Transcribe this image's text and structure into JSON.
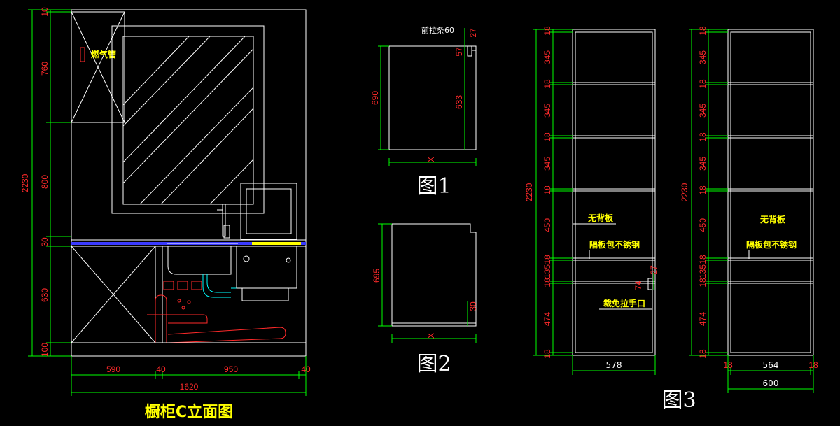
{
  "colors": {
    "background": "#000000",
    "outline": "#ffffff",
    "dimension_line": "#00ff00",
    "dimension_text": "#ff2a2a",
    "label": "#ffff00",
    "countertop_accent": "#3a3aff"
  },
  "elevation": {
    "title": "橱柜C立面图",
    "gas_pipe_label": "燃气管",
    "left_dims": {
      "total": "2230",
      "segments": [
        "10",
        "760",
        "800",
        "30",
        "630",
        "100"
      ]
    },
    "bottom_dims": {
      "segments": [
        "590",
        "40",
        "950",
        "40"
      ],
      "total": "1620"
    }
  },
  "fig1": {
    "caption": "图1",
    "front_strip_label": "前拉条60",
    "dims": {
      "height": "690",
      "top_right": "27",
      "strip": "57",
      "inner": "633",
      "width": "X"
    }
  },
  "fig2": {
    "caption": "图2",
    "dims": {
      "height": "695",
      "bottom_right": "30",
      "width": "X"
    }
  },
  "fig3": {
    "caption": "图3",
    "left_cabinet": {
      "total": "2230",
      "segments": [
        "18",
        "345",
        "18",
        "345",
        "18",
        "345",
        "18",
        "450",
        "18",
        "135",
        "18",
        "474",
        "18"
      ],
      "no_back_label": "无背板",
      "shelf_label": "隔板包不锈钢",
      "handle_label": "裁免拉手口",
      "handle_dims": [
        "74",
        "27"
      ],
      "width": "578"
    },
    "right_cabinet": {
      "total": "2230",
      "segments": [
        "18",
        "345",
        "18",
        "345",
        "18",
        "345",
        "18",
        "450",
        "18",
        "135",
        "18",
        "474",
        "18"
      ],
      "no_back_label": "无背板",
      "shelf_label": "隔板包不锈钢",
      "width_segments": [
        "18",
        "564",
        "18"
      ],
      "width": "600"
    }
  }
}
